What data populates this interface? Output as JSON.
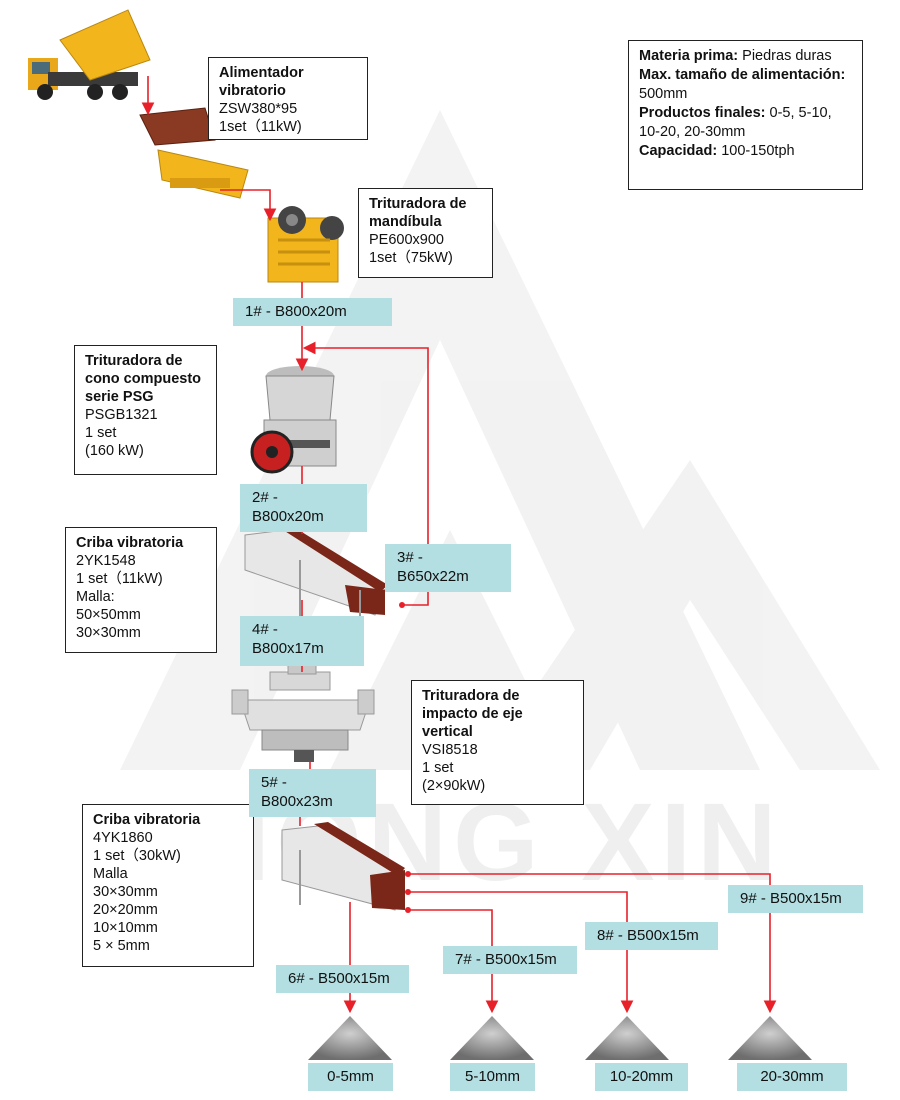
{
  "specs": {
    "raw_label": "Materia prima:",
    "raw_value": "Piedras duras",
    "feed_label": "Max. tamaño de alimentación:",
    "feed_value": "500mm",
    "prod_label": "Productos finales:",
    "prod_value": "0-5, 5-10, 10-20, 20-30mm",
    "cap_label": "Capacidad:",
    "cap_value": "100-150tph"
  },
  "machines": {
    "feeder": {
      "name": "Alimentador vibratorio",
      "model": "ZSW380*95",
      "set": "1set（11kW)"
    },
    "jaw": {
      "name": "Trituradora de mandíbula",
      "model": "PE600x900",
      "set": "1set（75kW)"
    },
    "cone": {
      "name": "Trituradora de cono compuesto serie PSG",
      "model": "PSGB1321",
      "set": "1 set",
      "power": "(160 kW)"
    },
    "screen1": {
      "name": "Criba vibratoria",
      "model": "2YK1548",
      "set": "1 set（11kW)",
      "mesh_label": "Malla:",
      "mesh1": "50×50mm",
      "mesh2": "30×30mm"
    },
    "vsi": {
      "name": "Trituradora de impacto de eje vertical",
      "model": "VSI8518",
      "set": "1 set",
      "power": "(2×90kW)"
    },
    "screen2": {
      "name": "Criba vibratoria",
      "model": "4YK1860",
      "set": "1 set（30kW)",
      "mesh_label": "Malla",
      "mesh1": "30×30mm",
      "mesh2": "20×20mm",
      "mesh3": "10×10mm",
      "mesh4": "5 × 5mm"
    }
  },
  "belts": {
    "b1": "1# - B800x20m",
    "b2a": "2# -",
    "b2b": "B800x20m",
    "b3a": "3# -",
    "b3b": "B650x22m",
    "b4a": "4# -",
    "b4b": "B800x17m",
    "b5a": "5# -",
    "b5b": "B800x23m",
    "b6": "6# - B500x15m",
    "b7": "7# - B500x15m",
    "b8": "8# - B500x15m",
    "b9": "9# - B500x15m"
  },
  "products": [
    "0-5mm",
    "5-10mm",
    "10-20mm",
    "20-30mm"
  ],
  "watermark": "ZHONG XIN",
  "colors": {
    "arrow": "#e8202a",
    "belt_label_bg": "#b3dfe2",
    "machine_yellow": "#f2b51c",
    "screen_brown": "#7a2618"
  }
}
